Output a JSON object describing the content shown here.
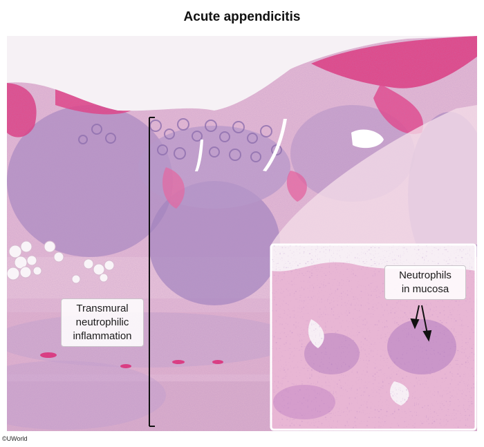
{
  "title": "Acute appendicitis",
  "labels": {
    "transmural": [
      "Transmural",
      "neutrophilic",
      "inflammation"
    ],
    "neutrophils": [
      "Neutrophils",
      "in mucosa"
    ]
  },
  "copyright": "©UWorld",
  "colors": {
    "tissue_pink": "#e7b9d3",
    "lymphoid_purple": "#a98bc1",
    "hemorrhage_red": "#e0357a",
    "fat_white": "#f7f2f6",
    "background": "#ffffff"
  }
}
